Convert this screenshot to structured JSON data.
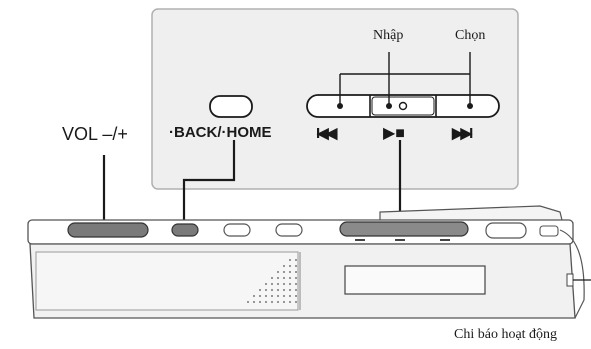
{
  "labels": {
    "nhap": "Nhập",
    "chon": "Chọn",
    "vol": "VOL –/+",
    "back_home": "·BACK/·HOME",
    "rewind_symbol": "I◀◀",
    "play_stop_symbol": "▶■",
    "forward_symbol": "▶▶I",
    "status_indicator": "Chi báo hoạt động"
  },
  "colors": {
    "panel_bg": "#efefef",
    "device_body": "#eeeeee",
    "button_dark": "#7a7a7a",
    "line": "#1a1a1a"
  }
}
